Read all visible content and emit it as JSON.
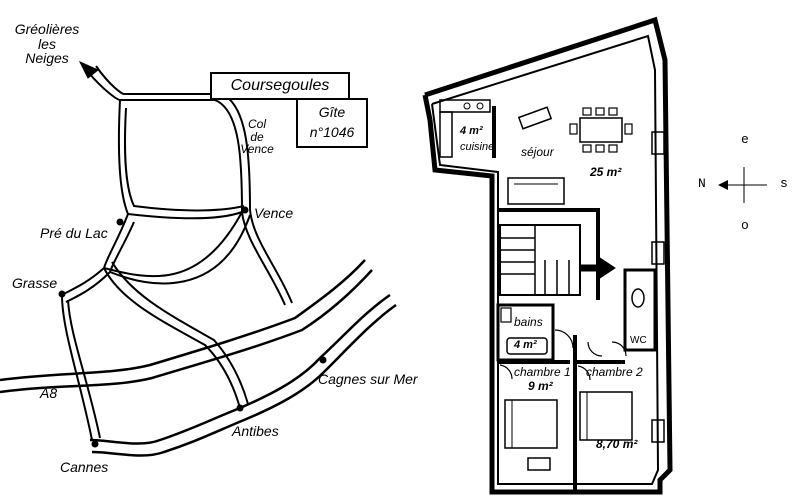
{
  "map": {
    "places": {
      "greolieres_line1": "Gréolières",
      "greolieres_line2": "les",
      "greolieres_line3": "Neiges",
      "coursegoules": "Coursegoules",
      "gite_line1": "Gîte",
      "gite_line2": "n°1046",
      "col_line1": "Col",
      "col_line2": "de",
      "col_line3": "Vence",
      "vence": "Vence",
      "pre_du_lac": "Pré du Lac",
      "grasse": "Grasse",
      "a8": "A8",
      "cagnes": "Cagnes sur Mer",
      "antibes": "Antibes",
      "cannes": "Cannes"
    }
  },
  "plan": {
    "cuisine_area": "4 m²",
    "cuisine": "cuisine",
    "sejour": "séjour",
    "sejour_area": "25 m²",
    "bains": "bains",
    "bains_area": "4 m²",
    "wc": "WC",
    "chambre1": "chambre 1",
    "chambre1_area": "9 m²",
    "chambre2": "chambre 2",
    "chambre2_area": "8,70 m²"
  },
  "compass": {
    "n": "N",
    "e": "e",
    "s": "s",
    "o": "o"
  }
}
